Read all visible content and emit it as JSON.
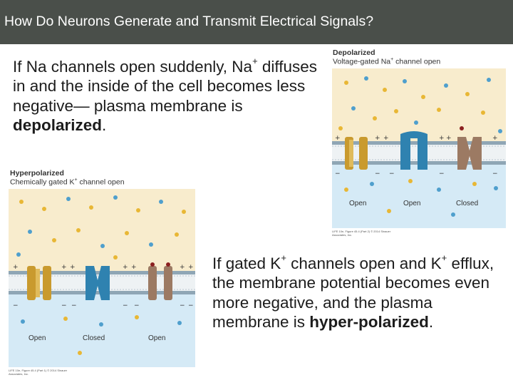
{
  "title": "How Do Neurons Generate and Transmit Electrical Signals?",
  "paragraph_top": {
    "part1": "If Na channels open suddenly, Na",
    "sup": "+",
    "part2": " diffuses in and the inside of the cell becomes less negative— plasma membrane is ",
    "bold": "depolarized",
    "end": "."
  },
  "paragraph_bottom": {
    "part1": "If gated K",
    "sup1": "+",
    "part2": " channels open and K",
    "sup2": "+",
    "part3": " efflux, the membrane potential becomes even more negative, and the plasma membrane is ",
    "bold": "hyper-polarized",
    "end": "."
  },
  "panel_depolarized": {
    "heading": "Depolarized",
    "subheading_part1": "Voltage-gated Na",
    "subheading_sup": "+",
    "subheading_part2": " channel open",
    "labels": [
      "Open",
      "Open",
      "Closed"
    ],
    "caption": "LIFE 10e, Figure 45.4 (Part 2) © 2014 Sinauer Associates, Inc."
  },
  "panel_hyperpolarized": {
    "heading": "Hyperpolarized",
    "subheading_part1": "Chemically gated K",
    "subheading_sup": "+",
    "subheading_part2": " channel open",
    "labels": [
      "Open",
      "Closed",
      "Open"
    ],
    "caption": "LIFE 10e, Figure 45.4 (Part 1) © 2014 Sinauer Associates, Inc."
  },
  "colors": {
    "title_bar": "#4a4f4a",
    "outside_bg": "#f8eccd",
    "inside_bg": "#d5eaf6",
    "ion_yellow": "#e8b735",
    "ion_blue": "#4f9fcd",
    "ion_red": "#8b2020",
    "channel_gold": "#c99a2e",
    "channel_blue": "#2f82b0",
    "channel_tan": "#9c7a63",
    "membrane": "#8fa6b5"
  },
  "icons": [
    "gold-channel",
    "blue-channel",
    "tan-channel",
    "membrane-bilayer",
    "ion-dot"
  ]
}
